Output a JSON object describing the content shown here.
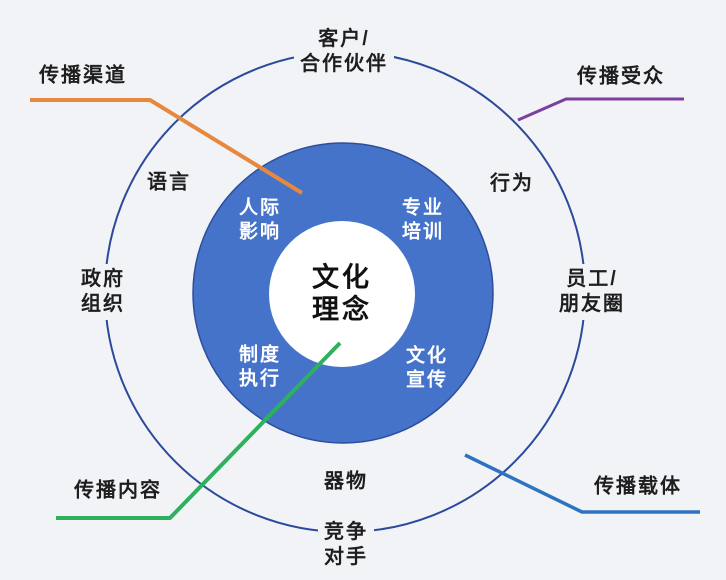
{
  "colors": {
    "background": "#f2f3f6",
    "outer_circle_stroke": "#2b4a9b",
    "ring_fill": "#4573c9",
    "ring_edge": "#2d4e9b",
    "inner_circle_fill": "#ffffff",
    "label_text": "#1e1e1e",
    "ring_label_text": "#ffffff"
  },
  "center": {
    "line1": "文化",
    "line2": "理念"
  },
  "inner_ring_labels": [
    {
      "name": "interpersonal-influence",
      "line1": "人际",
      "line2": "影响"
    },
    {
      "name": "professional-training",
      "line1": "专业",
      "line2": "培训"
    },
    {
      "name": "system-execution",
      "line1": "制度",
      "line2": "执行"
    },
    {
      "name": "culture-promotion",
      "line1": "文化",
      "line2": "宣传"
    }
  ],
  "outer_ring_labels": [
    {
      "name": "customers-partners",
      "line1": "客户/",
      "line2": "合作伙伴"
    },
    {
      "name": "language",
      "label": "语言"
    },
    {
      "name": "behavior",
      "label": "行为"
    },
    {
      "name": "government-organizations",
      "line1": "政府",
      "line2": "组织"
    },
    {
      "name": "employees-friends-circle",
      "line1": "员工/",
      "line2": "朋友圈"
    },
    {
      "name": "artifacts",
      "label": "器物"
    },
    {
      "name": "competitors",
      "line1": "竞争",
      "line2": "对手"
    }
  ],
  "callouts": [
    {
      "name": "communication-channel",
      "label": "传播渠道",
      "line_color": "#e7883f"
    },
    {
      "name": "communication-audience",
      "label": "传播受众",
      "line_color": "#7b3fa0"
    },
    {
      "name": "communication-content",
      "label": "传播内容",
      "line_color": "#2db15c"
    },
    {
      "name": "communication-carrier",
      "label": "传播载体",
      "line_color": "#2e73c2"
    }
  ]
}
